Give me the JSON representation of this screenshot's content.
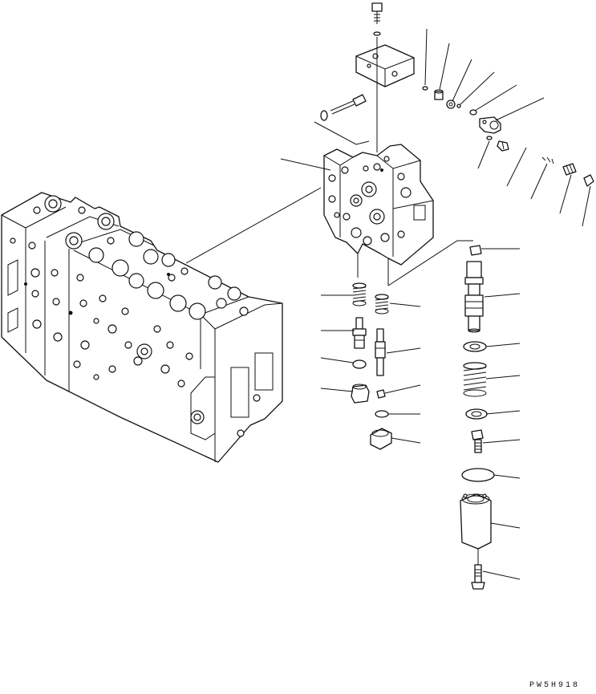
{
  "drawing": {
    "code": "PW5H918"
  },
  "callouts": [
    {
      "id": "c1"
    },
    {
      "id": "c2"
    },
    {
      "id": "c3"
    },
    {
      "id": "c4"
    },
    {
      "id": "c5"
    },
    {
      "id": "c6"
    },
    {
      "id": "c7"
    },
    {
      "id": "c8"
    },
    {
      "id": "c9"
    },
    {
      "id": "c10"
    },
    {
      "id": "c11"
    },
    {
      "id": "c12"
    },
    {
      "id": "c13"
    },
    {
      "id": "c14"
    },
    {
      "id": "c15"
    },
    {
      "id": "c16"
    },
    {
      "id": "c17"
    },
    {
      "id": "c18"
    },
    {
      "id": "c19"
    },
    {
      "id": "c20"
    },
    {
      "id": "c21"
    },
    {
      "id": "c22"
    },
    {
      "id": "c23"
    },
    {
      "id": "c24"
    },
    {
      "id": "c25"
    },
    {
      "id": "c26"
    },
    {
      "id": "c27"
    },
    {
      "id": "c28"
    },
    {
      "id": "c29"
    },
    {
      "id": "c30"
    }
  ]
}
